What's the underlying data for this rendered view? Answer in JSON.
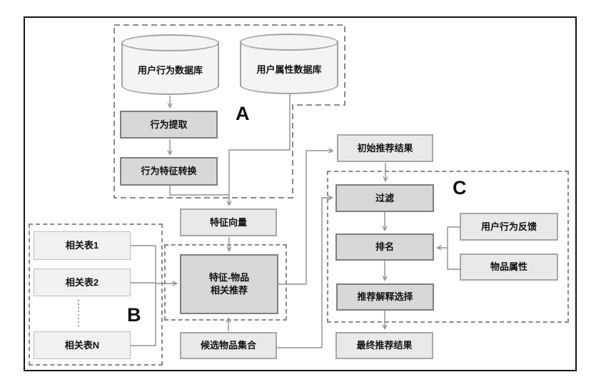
{
  "groups": {
    "a": {
      "label": "A"
    },
    "b": {
      "label": "B"
    },
    "c": {
      "label": "C"
    }
  },
  "nodes": {
    "user_behavior_db": {
      "label": "用户行为数据库",
      "type": "database"
    },
    "user_attribute_db": {
      "label": "用户属性数据库",
      "type": "database"
    },
    "behavior_extraction": {
      "label": "行为提取"
    },
    "behavior_feature_conversion": {
      "label": "行为特征转换"
    },
    "feature_vector": {
      "label": "特征向量"
    },
    "related_table_1": {
      "label": "相关表1"
    },
    "related_table_2": {
      "label": "相关表2"
    },
    "related_table_n": {
      "label": "相关表N"
    },
    "feature_item_recommendation": {
      "label": "特征-物品\n相关推荐"
    },
    "candidate_item_set": {
      "label": "候选物品集合"
    },
    "initial_results": {
      "label": "初始推荐结果"
    },
    "filter": {
      "label": "过滤"
    },
    "ranking": {
      "label": "排名"
    },
    "explanation_selection": {
      "label": "推荐解释选择"
    },
    "final_results": {
      "label": "最终推荐结果"
    },
    "user_behavior_feedback": {
      "label": "用户行为反馈"
    },
    "item_attributes": {
      "label": "物品属性"
    }
  },
  "colors": {
    "process_box_fill": "#d8d8d8",
    "process_box_border": "#7f7f7f",
    "result_box_fill": "#e9e9e9",
    "table_box_fill": "#f1f1f1",
    "cylinder_fill": "#f4f4f4",
    "connector": "#8f8f8f",
    "group_outline": "#8a8a8a",
    "frame_border": "#151515"
  }
}
